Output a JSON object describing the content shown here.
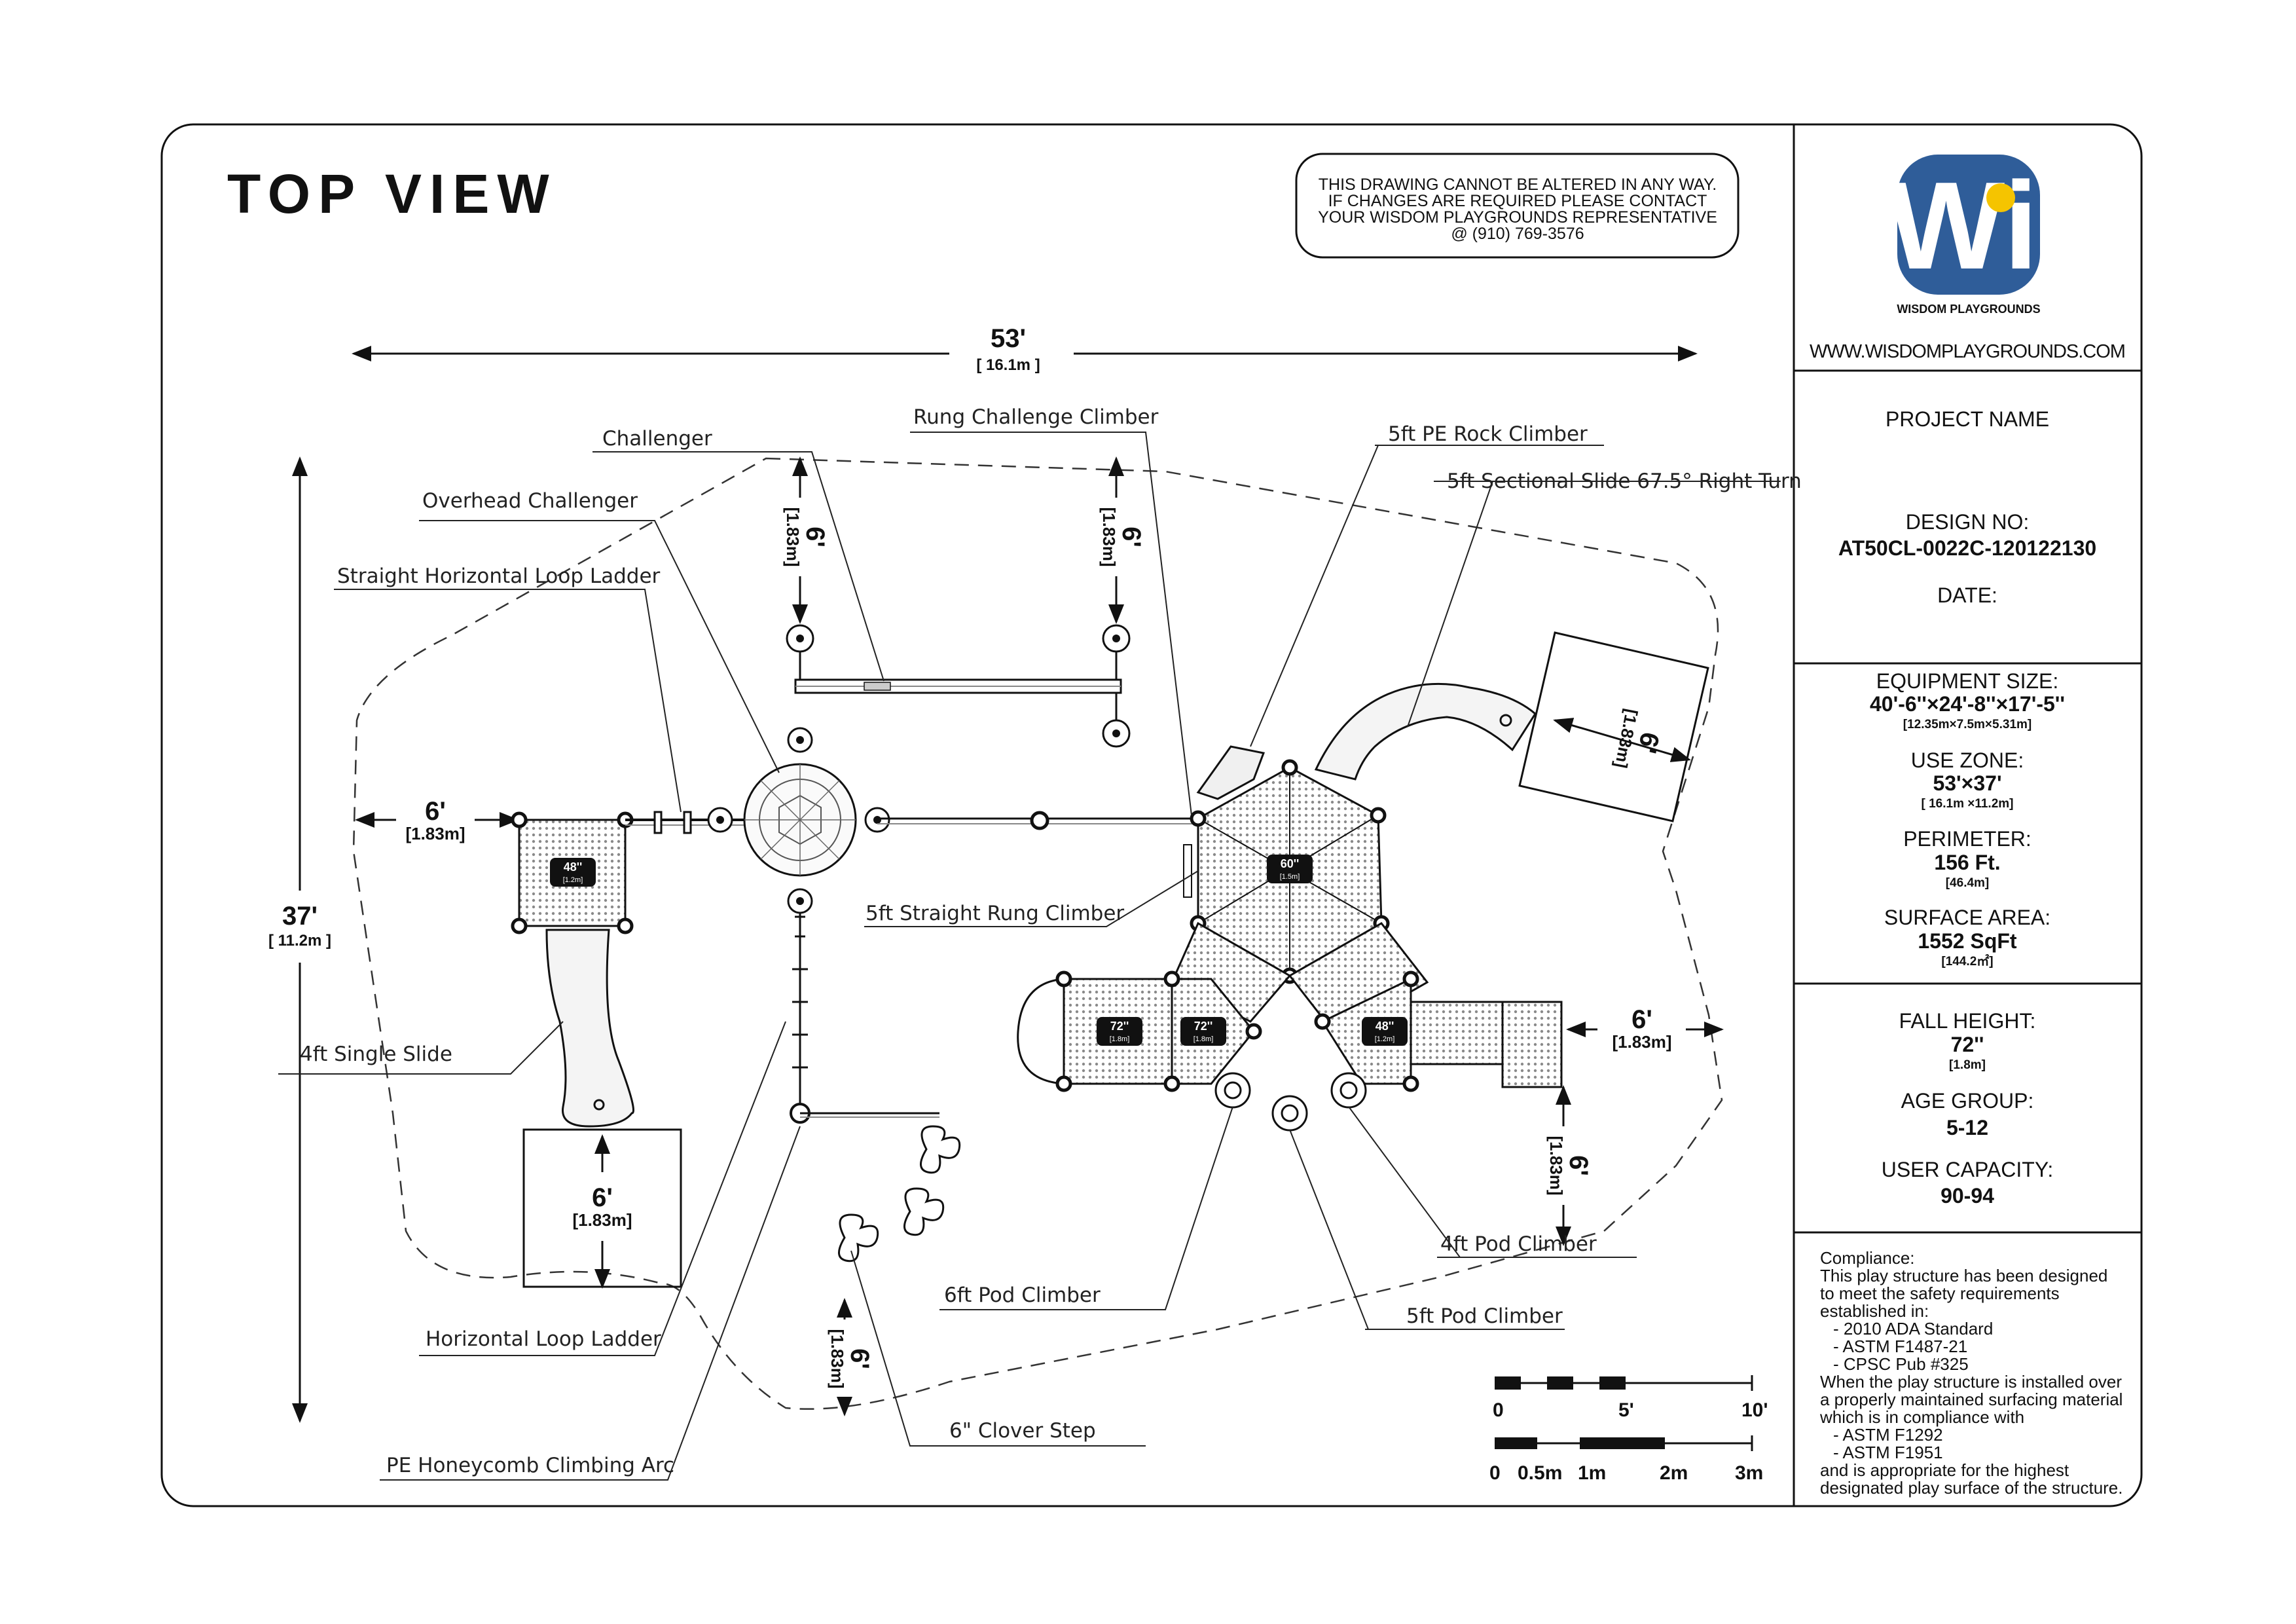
{
  "header": {
    "title": "TOP VIEW",
    "notice": [
      "THIS DRAWING CANNOT BE ALTERED IN ANY WAY.",
      "IF CHANGES ARE REQUIRED PLEASE CONTACT",
      "YOUR WISDOM PLAYGROUNDS REPRESENTATIVE",
      "@ (910) 769-3576"
    ]
  },
  "brand": {
    "logo_letters": "Wi",
    "logo_name": "WISDOM PLAYGROUNDS",
    "website": "WWW.WISDOMPLAYGROUNDS.COM",
    "color_blue": "#2f5d99",
    "color_yellow": "#f5c400"
  },
  "titleblock": {
    "project_name_label": "PROJECT NAME",
    "design_no_label": "DESIGN NO:",
    "design_no": "AT50CL-0022C-120122130",
    "date_label": "DATE:",
    "equipment_size_label": "EQUIPMENT SIZE:",
    "equipment_size": "40'-6''×24'-8''×17'-5''",
    "equipment_size_m": "[12.35m×7.5m×5.31m]",
    "use_zone_label": "USE ZONE:",
    "use_zone": "53'×37'",
    "use_zone_m": "[ 16.1m ×11.2m]",
    "perimeter_label": "PERIMETER:",
    "perimeter": "156 Ft.",
    "perimeter_m": "[46.4m]",
    "surface_area_label": "SURFACE AREA:",
    "surface_area": "1552 SqFt",
    "surface_area_m": "[144.2㎡]",
    "fall_height_label": "FALL HEIGHT:",
    "fall_height": "72''",
    "fall_height_m": "[1.8m]",
    "age_group_label": "AGE GROUP:",
    "age_group": "5-12",
    "user_capacity_label": "USER CAPACITY:",
    "user_capacity": "90-94"
  },
  "compliance": [
    "Compliance:",
    "This play structure has been designed",
    "to meet the safety requirements",
    "established in:",
    "-      2010 ADA Standard",
    "-      ASTM F1487-21",
    "-      CPSC Pub #325",
    "When the play structure is installed over",
    "a properly maintained surfacing material",
    "which is in compliance with",
    "-      ASTM F1292",
    "-      ASTM F1951",
    "and is appropriate for the highest",
    "designated play surface of the structure."
  ],
  "dimensions": {
    "width_ft": "53'",
    "width_m": "[ 16.1m ]",
    "depth_ft": "37'",
    "depth_m": "[ 11.2m ]",
    "clear_ft": "6'",
    "clear_m": "[1.83m]"
  },
  "components": [
    "Challenger",
    "Rung Challenge Climber",
    "5ft PE Rock Climber",
    "Overhead Challenger",
    "5ft Sectional Slide 67.5° Right Turn",
    "Straight Horizontal Loop Ladder",
    "5ft Straight Rung Climber",
    "4ft Single Slide",
    "6ft Pod Climber",
    "4ft Pod Climber",
    "5ft Pod Climber",
    "Horizontal Loop Ladder",
    "6\" Clover Step",
    "PE Honeycomb Climbing Arc"
  ],
  "deck_heights": [
    {
      "in": "48''",
      "m": "[1.2m]"
    },
    {
      "in": "60''",
      "m": "[1.5m]"
    },
    {
      "in": "72''",
      "m": "[1.8m]"
    },
    {
      "in": "72''",
      "m": "[1.8m]"
    },
    {
      "in": "48''",
      "m": "[1.2m]"
    }
  ],
  "scale": {
    "ft_labels": [
      "0",
      "5'",
      "10'"
    ],
    "m_labels": [
      "0",
      "0.5m",
      "1m",
      "2m",
      "3m"
    ]
  }
}
